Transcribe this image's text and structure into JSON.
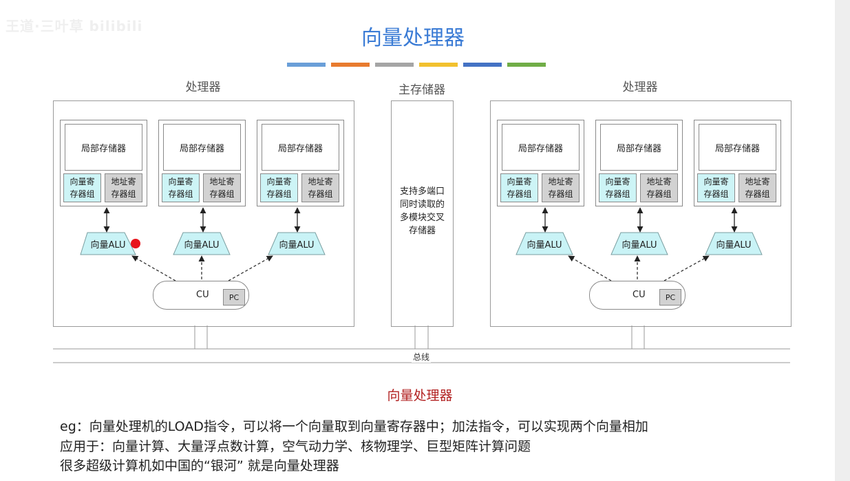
{
  "watermark": "王道·三叶草 bilibili",
  "title": "向量处理器",
  "color_bar": [
    "#6a9fd8",
    "#e87b2e",
    "#a5a5a5",
    "#f2c12e",
    "#4472c4",
    "#70ad47"
  ],
  "diagram": {
    "processor_label": "处理器",
    "main_memory_label": "主存储器",
    "main_memory_desc": "支持多端口\n同时读取的\n多模块交叉\n存储器",
    "local_memory": "局部存储器",
    "vector_reg": "向量寄\n存器组",
    "addr_reg": "地址寄\n存器组",
    "alu": "向量ALU",
    "cu": "CU",
    "pc": "PC",
    "bus": "总线",
    "colors": {
      "vector_reg_bg": "#cdf4f6",
      "addr_reg_bg": "#d2d2d2",
      "alu_bg": "#c9f3f6",
      "marker": "#e8141b"
    }
  },
  "caption": "向量处理器",
  "lines": [
    "eg：向量处理机的LOAD指令，可以将一个向量取到向量寄存器中；加法指令，可以实现两个向量相加",
    "应用于：向量计算、大量浮点数计算，空气动力学、核物理学、巨型矩阵计算问题",
    "很多超级计算机如中国的“银河” 就是向量处理器"
  ]
}
